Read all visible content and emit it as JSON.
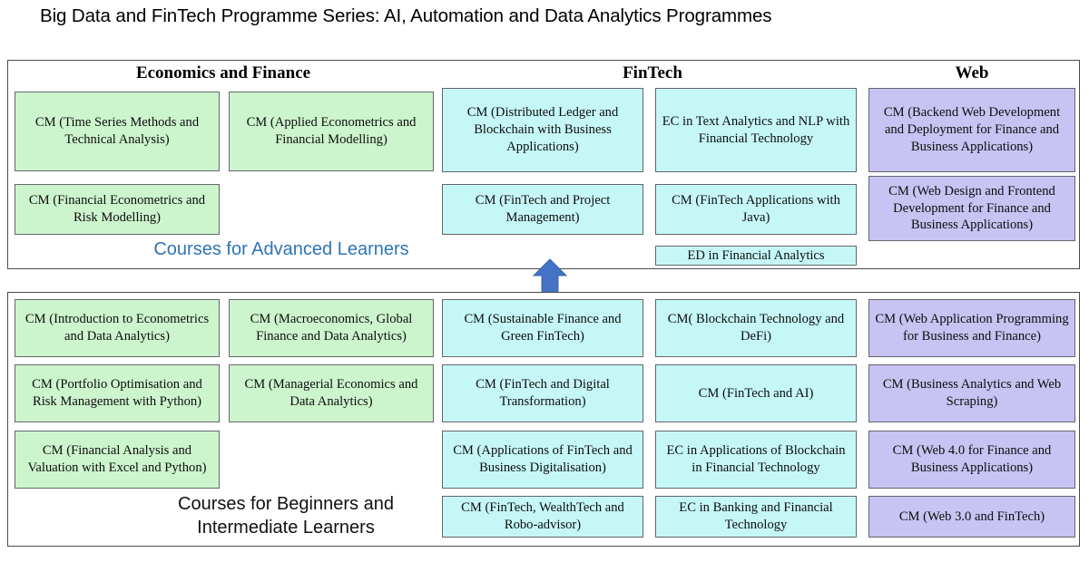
{
  "title": "Big Data and FinTech Programme Series: AI, Automation and Data Analytics Programmes",
  "colors": {
    "economics_fill": "#CDF5CD",
    "fintech_fill": "#C6F7F7",
    "web_fill": "#C7C3F2",
    "arrow": "#4472C4",
    "advanced_caption": "#2E74B5",
    "border": "#63666B"
  },
  "headers": {
    "economics": "Economics and Finance",
    "fintech": "FinTech",
    "web": "Web"
  },
  "sections": {
    "advanced": {
      "caption": "Courses for Advanced Learners",
      "economics_col1": [
        "CM (Time Series Methods and Technical Analysis)",
        "CM (Financial Econometrics and Risk Modelling)"
      ],
      "economics_col2": [
        "CM (Applied Econometrics and Financial Modelling)"
      ],
      "fintech_col1": [
        "CM (Distributed Ledger and Blockchain with Business Applications)",
        "CM (FinTech and Project Management)"
      ],
      "fintech_col2": [
        "EC in Text Analytics and NLP with Financial Technology",
        "CM (FinTech Applications with Java)",
        "ED in Financial Analytics"
      ],
      "web_col": [
        "CM (Backend Web Development and Deployment for Finance and Business Applications)",
        "CM (Web Design and Frontend Development for Finance and Business Applications)"
      ]
    },
    "beginner": {
      "caption": "Courses for Beginners and\nIntermediate Learners",
      "economics_col1": [
        "CM (Introduction to Econometrics and Data Analytics)",
        "CM (Portfolio Optimisation and Risk Management with Python)",
        "CM (Financial Analysis and Valuation with Excel and Python)"
      ],
      "economics_col2": [
        "CM (Macroeconomics, Global Finance and Data Analytics)",
        "CM (Managerial Economics and Data Analytics)"
      ],
      "fintech_col1": [
        "CM (Sustainable Finance and Green FinTech)",
        "CM (FinTech and Digital Transformation)",
        "CM (Applications of FinTech and Business Digitalisation)",
        "CM (FinTech, WealthTech and Robo-advisor)"
      ],
      "fintech_col2": [
        "CM( Blockchain Technology and DeFi)",
        "CM (FinTech and AI)",
        "EC in Applications of Blockchain in Financial Technology",
        "EC in Banking and Financial Technology"
      ],
      "web_col": [
        "CM (Web Application Programming for Business and Finance)",
        "CM (Business Analytics and Web Scraping)",
        "CM (Web 4.0 for Finance and Business Applications)",
        "CM (Web 3.0 and FinTech)"
      ]
    }
  },
  "arrow": {
    "name": "up-arrow",
    "direction": "up"
  }
}
